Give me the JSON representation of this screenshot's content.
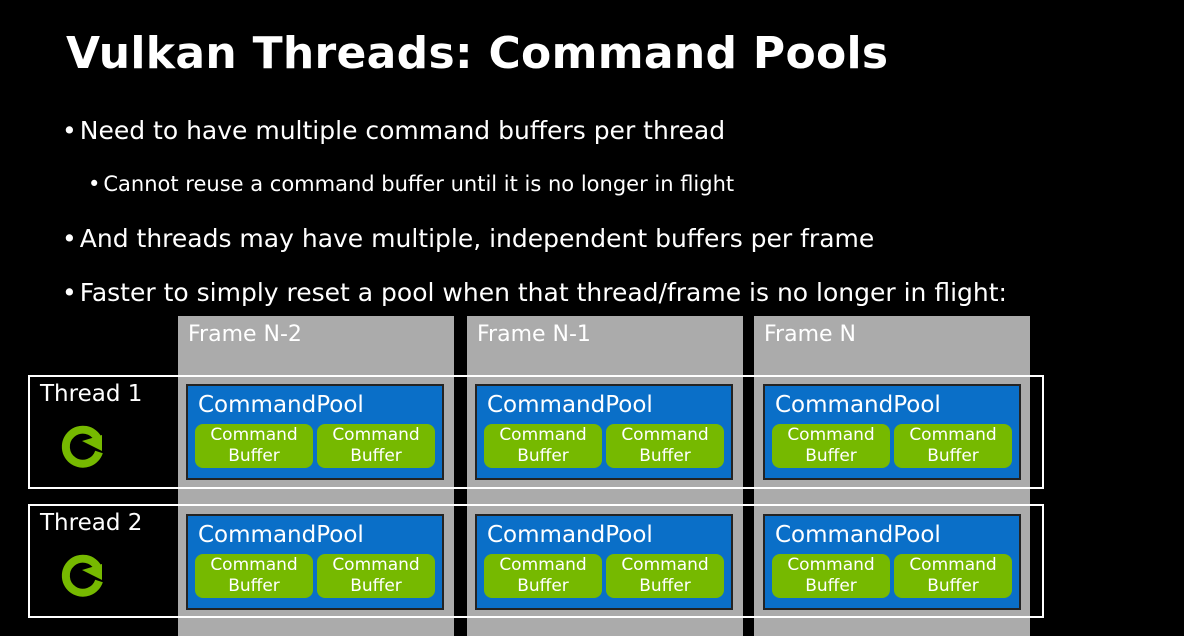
{
  "title": "Vulkan Threads: Command Pools",
  "bullets": [
    "Need to have multiple command buffers per thread",
    "Cannot reuse a command buffer until it is no longer in flight",
    "And threads may have multiple, independent buffers per frame",
    "Faster to simply reset a pool when that thread/frame is no longer in flight:"
  ],
  "bullet_glyph": "•",
  "frames": [
    "Frame N-2",
    "Frame N-1",
    "Frame N"
  ],
  "threads": [
    "Thread 1",
    "Thread 2"
  ],
  "pool_label": "CommandPool",
  "buffer_label_line1": "Command",
  "buffer_label_line2": "Buffer",
  "colors": {
    "background": "#000000",
    "frame_column": "#ababab",
    "command_pool": "#0a6fc8",
    "command_buffer": "#76b900",
    "refresh_icon": "#76b900"
  },
  "icons": {
    "thread_icon": "refresh-icon"
  }
}
